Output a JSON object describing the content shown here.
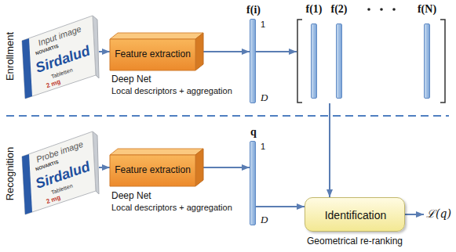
{
  "diagram": {
    "nodes": [
      {
        "text": [
          "Input image",
          "NOVARTIS",
          "Sirdalud",
          "Tabletten",
          "2 mg"
        ]
      },
      {
        "text": [
          "Feature extraction"
        ]
      },
      {
        "text": [
          "f(i)",
          "1",
          "D"
        ]
      },
      {
        "text": [
          "f(1)",
          "f(2)",
          "f(N)"
        ]
      },
      {
        "text": [
          "Probe image",
          "NOVARTIS",
          "Sirdalud",
          "Tabletten",
          "2 mg"
        ]
      },
      {
        "text": [
          "Feature extraction"
        ]
      },
      {
        "text": [
          "q",
          "1",
          "D"
        ]
      },
      {
        "text": [
          "Identification"
        ]
      }
    ],
    "edges": [
      {
        "from": 0,
        "to": 1,
        "arrow": "to"
      },
      {
        "from": 1,
        "to": 2,
        "arrow": "to"
      },
      {
        "from": 2,
        "to": 3,
        "arrow": "to"
      },
      {
        "from": 3,
        "to": 7,
        "arrow": "to"
      },
      {
        "from": 4,
        "to": 5,
        "arrow": "to"
      },
      {
        "from": 5,
        "to": 6,
        "arrow": "to"
      },
      {
        "from": 6,
        "to": 7,
        "arrow": "to"
      }
    ],
    "labels": [
      "Enrollment",
      "Deep Net",
      "Local descriptors + aggregation",
      "Recognition",
      "Deep Net",
      "Local descriptors + aggregation",
      "Geometrical re-ranking",
      "ℒ(q)"
    ]
  }
}
